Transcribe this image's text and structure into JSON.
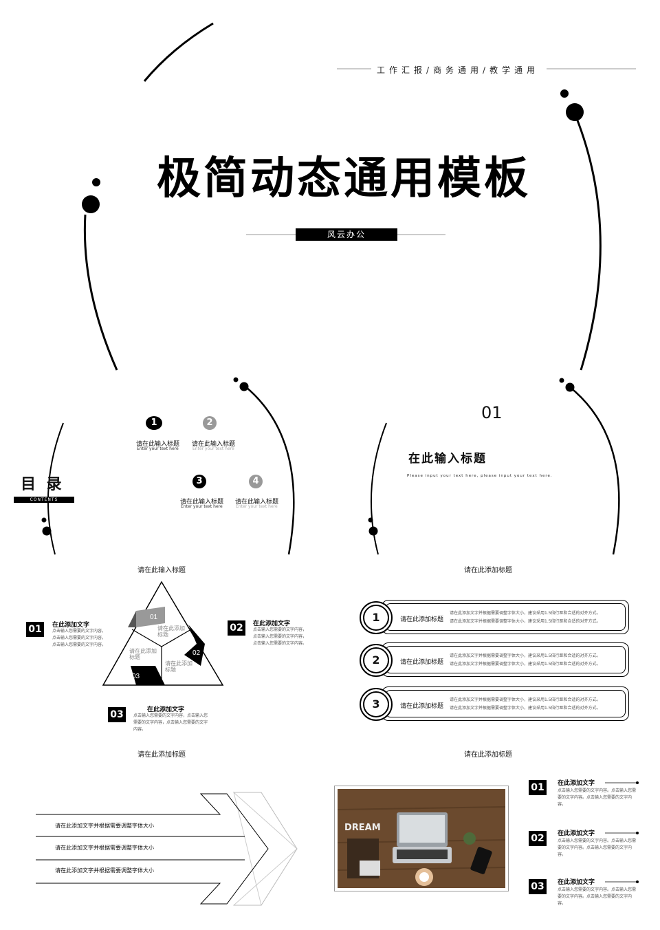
{
  "cover": {
    "tagline": "工作汇报/商务通用/教学通用",
    "title": "极简动态通用模板",
    "subtitle_pill": "风云办公"
  },
  "toc": {
    "title": "目  录",
    "contents_label": "CONTENTS",
    "items": [
      {
        "num": "1",
        "title": "请在此输入标题",
        "sub": "Enter your text here"
      },
      {
        "num": "2",
        "title": "请在此输入标题",
        "sub": "Enter your text here"
      },
      {
        "num": "3",
        "title": "请在此输入标题",
        "sub": "Enter your text here"
      },
      {
        "num": "4",
        "title": "请在此输入标题",
        "sub": "Enter your text here"
      }
    ]
  },
  "section": {
    "number": "01",
    "title": "在此输入标题",
    "sub": "Please input your text here, please input your text here."
  },
  "triangle_slide": {
    "caption": "请在此输入标题",
    "center_labels": [
      "01",
      "02",
      "03"
    ],
    "inner_texts": [
      "请在此添加标题",
      "请在此添加标题",
      "请在此添加标题"
    ],
    "items": [
      {
        "num": "01",
        "title": "在此添加文字",
        "body": "点击输入您需要的文字内容，点击输入您需要的文字内容，点击输入您需要的文字内容。"
      },
      {
        "num": "02",
        "title": "在此添加文字",
        "body": "点击输入您需要的文字内容，点击输入您需要的文字内容，点击输入您需要的文字内容。"
      },
      {
        "num": "03",
        "title": "在此添加文字",
        "body": "点击输入您需要的文字内容，点击输入您需要的文字内容，点击输入您需要的文字内容。"
      }
    ]
  },
  "list_slide": {
    "caption": "请在此添加标题",
    "rows": [
      {
        "num": "1",
        "title": "请在此添加标题",
        "line1": "请在此添加文字并根据需要调整字体大小，建议采用1.5倍行距和合适的对齐方式。",
        "line2": "请在此添加文字并根据需要调整字体大小，建议采用1.5倍行距和合适的对齐方式。"
      },
      {
        "num": "2",
        "title": "请在此添加标题",
        "line1": "请在此添加文字并根据需要调整字体大小，建议采用1.5倍行距和合适的对齐方式。",
        "line2": "请在此添加文字并根据需要调整字体大小，建议采用1.5倍行距和合适的对齐方式。"
      },
      {
        "num": "3",
        "title": "请在此添加标题",
        "line1": "请在此添加文字并根据需要调整字体大小，建议采用1.5倍行距和合适的对齐方式。",
        "line2": "请在此添加文字并根据需要调整字体大小，建议采用1.5倍行距和合适的对齐方式。"
      }
    ]
  },
  "arrow_slide": {
    "caption": "请在此添加标题",
    "lines": [
      "请在此添加文字并根据需要调整字体大小",
      "请在此添加文字并根据需要调整字体大小",
      "请在此添加文字并根据需要调整字体大小"
    ]
  },
  "photo_slide": {
    "caption": "请在此添加标题",
    "photo_word": "DREAM",
    "items": [
      {
        "num": "01",
        "title": "在此添加文字",
        "body": "点击输入您需要的文字内容。点击输入您需要的文字内容。点击输入您需要的文字内容。"
      },
      {
        "num": "02",
        "title": "在此添加文字",
        "body": "点击输入您需要的文字内容。点击输入您需要的文字内容。点击输入您需要的文字内容。"
      },
      {
        "num": "03",
        "title": "在此添加文字",
        "body": "点击输入您需要的文字内容。点击输入您需要的文字内容。点击输入您需要的文字内容。"
      }
    ]
  },
  "colors": {
    "ink": "#000000",
    "gray": "#999999",
    "wood": "#6b4a2e"
  }
}
